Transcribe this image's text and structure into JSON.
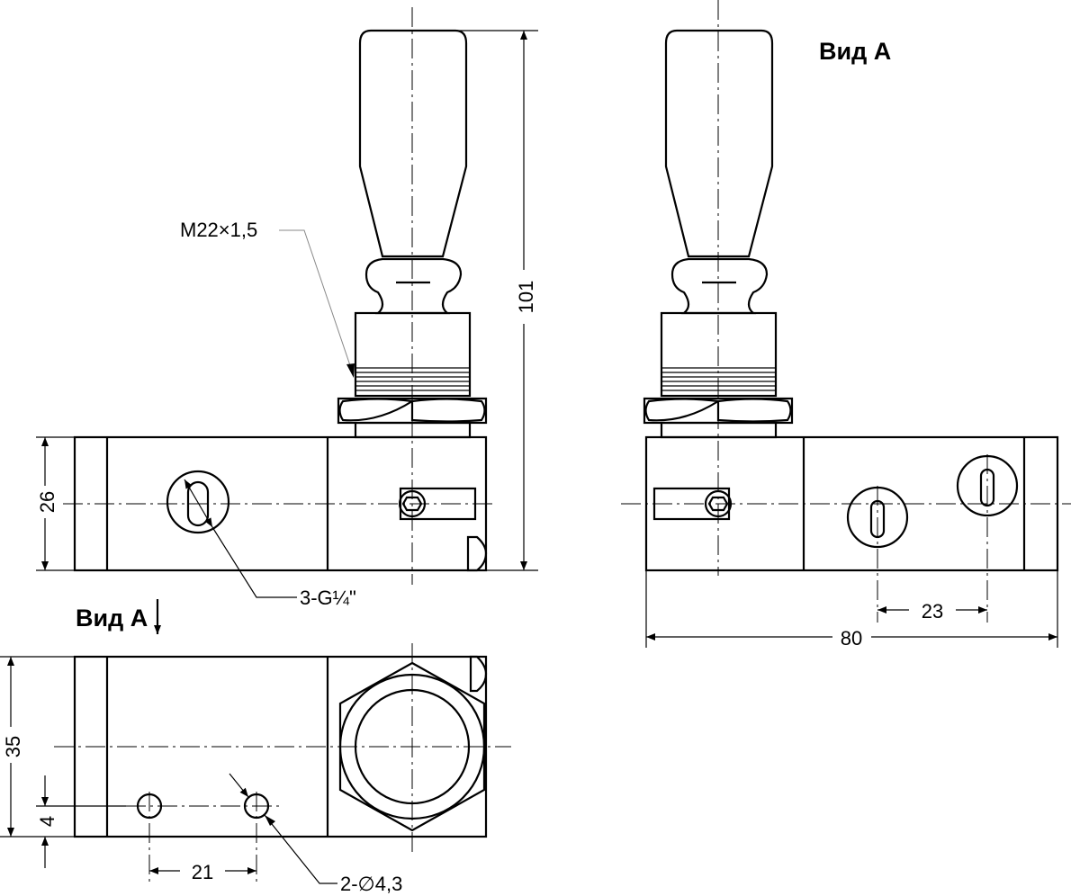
{
  "labels": {
    "view_a_title": "Вид А",
    "view_a_marker": "Вид А",
    "thread": "M22×1,5",
    "ports": "3-G¼\"",
    "holes": "2-∅4,3"
  },
  "dimensions": {
    "height_total": "101",
    "body_height": "26",
    "body_depth": "35",
    "hole_offset": "4",
    "hole_spacing": "21",
    "port_spacing": "23",
    "body_length": "80"
  }
}
